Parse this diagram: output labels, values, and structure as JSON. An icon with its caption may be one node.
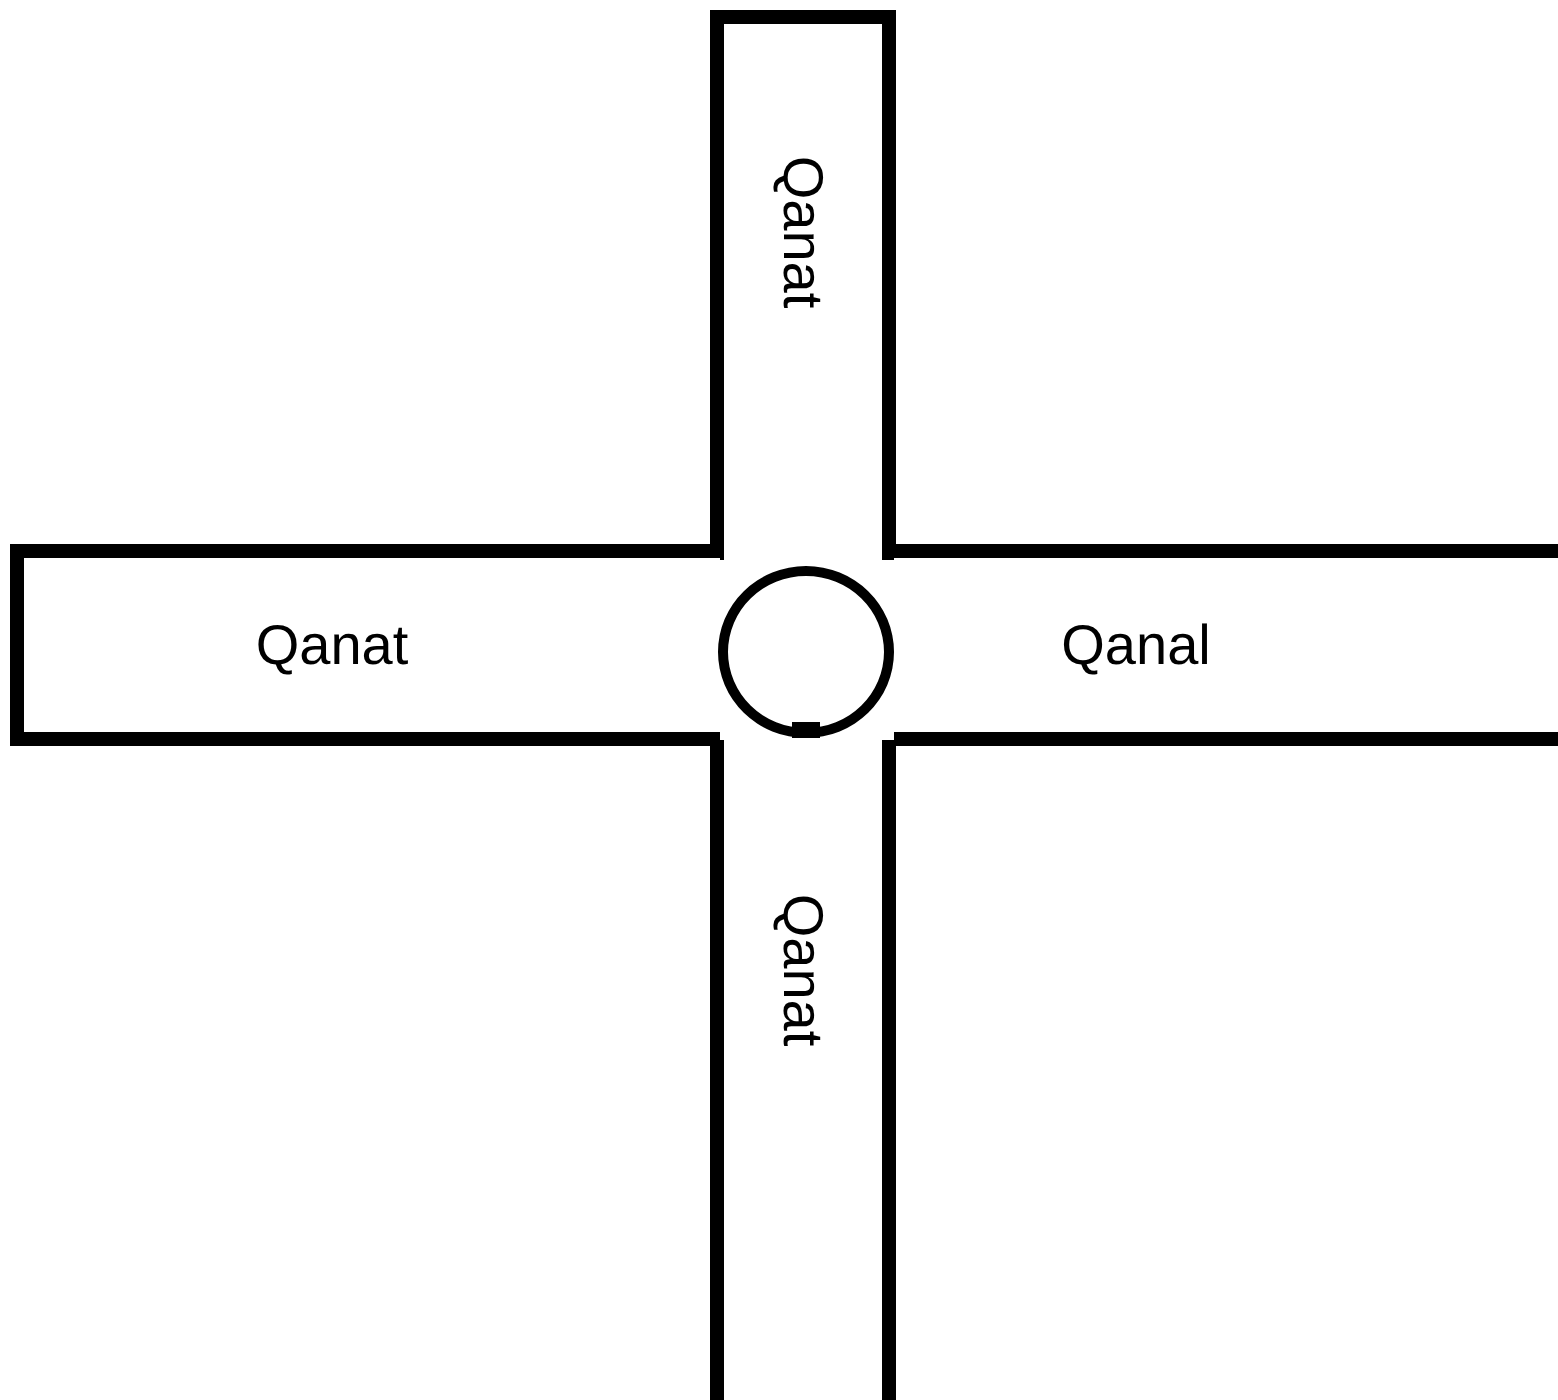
{
  "diagram": {
    "nodes": [
      {
        "text": [
          "Qanat"
        ]
      },
      {
        "text": [
          "Qanat"
        ]
      },
      {
        "text": [
          "Qanal"
        ]
      },
      {
        "text": [],
        "shape": "circle"
      },
      {
        "text": [
          "Qanat"
        ]
      }
    ]
  }
}
